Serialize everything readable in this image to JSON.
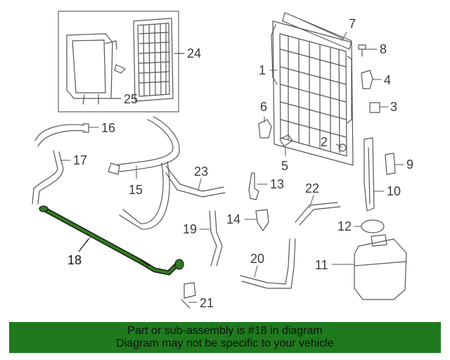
{
  "callouts": {
    "c1": "1",
    "c2": "2",
    "c3": "3",
    "c4": "4",
    "c5": "5",
    "c6": "6",
    "c7": "7",
    "c8": "8",
    "c9": "9",
    "c10": "10",
    "c11": "11",
    "c12": "12",
    "c13": "13",
    "c14": "14",
    "c15": "15",
    "c16": "16",
    "c17": "17",
    "c18": "18",
    "c19": "19",
    "c20": "20",
    "c21": "21",
    "c22": "22",
    "c23": "23",
    "c24": "24",
    "c25": "25"
  },
  "highlight": {
    "part": "18",
    "color": "#2e7d1f"
  },
  "footer": {
    "line1": "Part or sub-assembly is #18 in diagram",
    "line2": "Diagram may not be specific to your vehicle"
  }
}
